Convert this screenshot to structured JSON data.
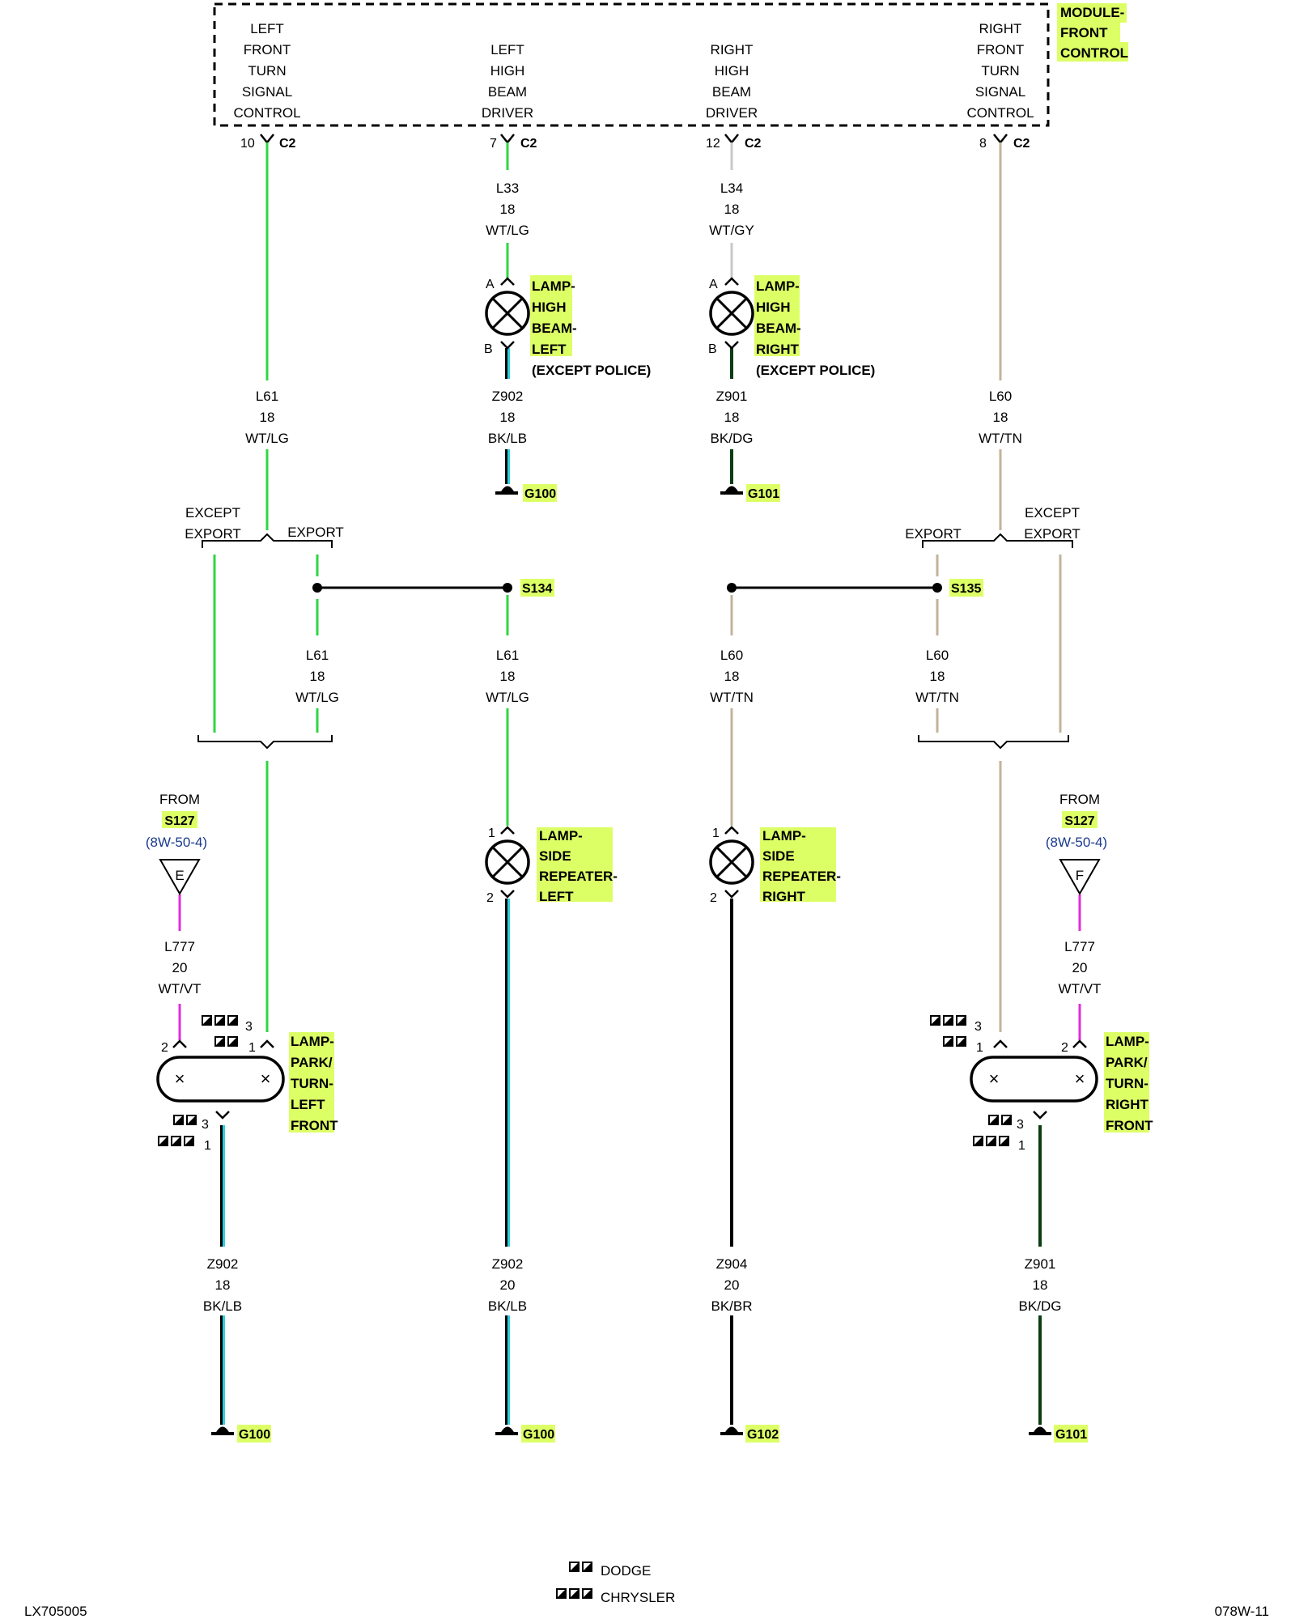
{
  "module": {
    "title": [
      "MODULE-",
      "FRONT",
      "CONTROL"
    ],
    "sections": {
      "lf": [
        "LEFT",
        "FRONT",
        "TURN",
        "SIGNAL",
        "CONTROL"
      ],
      "lhb": [
        "LEFT",
        "HIGH",
        "BEAM",
        "DRIVER"
      ],
      "rhb": [
        "RIGHT",
        "HIGH",
        "BEAM",
        "DRIVER"
      ],
      "rf": [
        "RIGHT",
        "FRONT",
        "TURN",
        "SIGNAL",
        "CONTROL"
      ]
    }
  },
  "pins": {
    "c2_10": "10",
    "c2_7": "7",
    "c2_12": "12",
    "c2_8": "8",
    "c2": "C2"
  },
  "wires": {
    "w_l61_top": [
      "L61",
      "18",
      "WT/LG"
    ],
    "w_l33": [
      "L33",
      "18",
      "WT/LG"
    ],
    "w_l34": [
      "L34",
      "18",
      "WT/GY"
    ],
    "w_l60_top": [
      "L60",
      "18",
      "WT/TN"
    ],
    "w_z902_hb": [
      "Z902",
      "18",
      "BK/LB"
    ],
    "w_z901_hb": [
      "Z901",
      "18",
      "BK/DG"
    ],
    "w_l61_export": [
      "L61",
      "18",
      "WT/LG"
    ],
    "w_l61_mid": [
      "L61",
      "18",
      "WT/LG"
    ],
    "w_l60_mid": [
      "L60",
      "18",
      "WT/TN"
    ],
    "w_l60_export": [
      "L60",
      "18",
      "WT/TN"
    ],
    "w_l777_l": [
      "L777",
      "20",
      "WT/VT"
    ],
    "w_l777_r": [
      "L777",
      "20",
      "WT/VT"
    ],
    "w_z902_bl": [
      "Z902",
      "18",
      "BK/LB"
    ],
    "w_z902_bm": [
      "Z902",
      "20",
      "BK/LB"
    ],
    "w_z904": [
      "Z904",
      "20",
      "BK/BR"
    ],
    "w_z901_br": [
      "Z901",
      "18",
      "BK/DG"
    ]
  },
  "components": {
    "lamp_hb_left": [
      "LAMP-",
      "HIGH",
      "BEAM-",
      "LEFT"
    ],
    "lamp_hb_right": [
      "LAMP-",
      "HIGH",
      "BEAM-",
      "RIGHT"
    ],
    "except_police": "(EXCEPT POLICE)",
    "lamp_sr_left": [
      "LAMP-",
      "SIDE",
      "REPEATER-",
      "LEFT"
    ],
    "lamp_sr_right": [
      "LAMP-",
      "SIDE",
      "REPEATER-",
      "RIGHT"
    ],
    "lamp_pt_left": [
      "LAMP-",
      "PARK/",
      "TURN-",
      "LEFT",
      "FRONT"
    ],
    "lamp_pt_right": [
      "LAMP-",
      "PARK/",
      "TURN-",
      "RIGHT",
      "FRONT"
    ]
  },
  "grounds": {
    "g100": "G100",
    "g101": "G101",
    "g102": "G102"
  },
  "splices": {
    "s134": "S134",
    "s135": "S135"
  },
  "branches": {
    "except_export": [
      "EXCEPT",
      "EXPORT"
    ],
    "export": "EXPORT"
  },
  "from_refs": {
    "left": {
      "from": "FROM",
      "splice": "S127",
      "ref": "(8W-50-4)",
      "letter": "E"
    },
    "right": {
      "from": "FROM",
      "splice": "S127",
      "ref": "(8W-50-4)",
      "letter": "F"
    }
  },
  "pin_labels": {
    "A": "A",
    "B": "B",
    "p1": "1",
    "p2": "2",
    "p3": "3"
  },
  "legend": {
    "dodge": "DODGE",
    "chrysler": "CHRYSLER"
  },
  "footer": {
    "left": "LX705005",
    "right": "078W-11"
  },
  "colors": {
    "green": "#2fd640",
    "cyan": "#2ad0e0",
    "gray": "#c8c8c8",
    "tan": "#c2b49a",
    "magenta": "#e02ed8",
    "highlight": "#ddff66",
    "dark_green": "#0a3d12"
  }
}
